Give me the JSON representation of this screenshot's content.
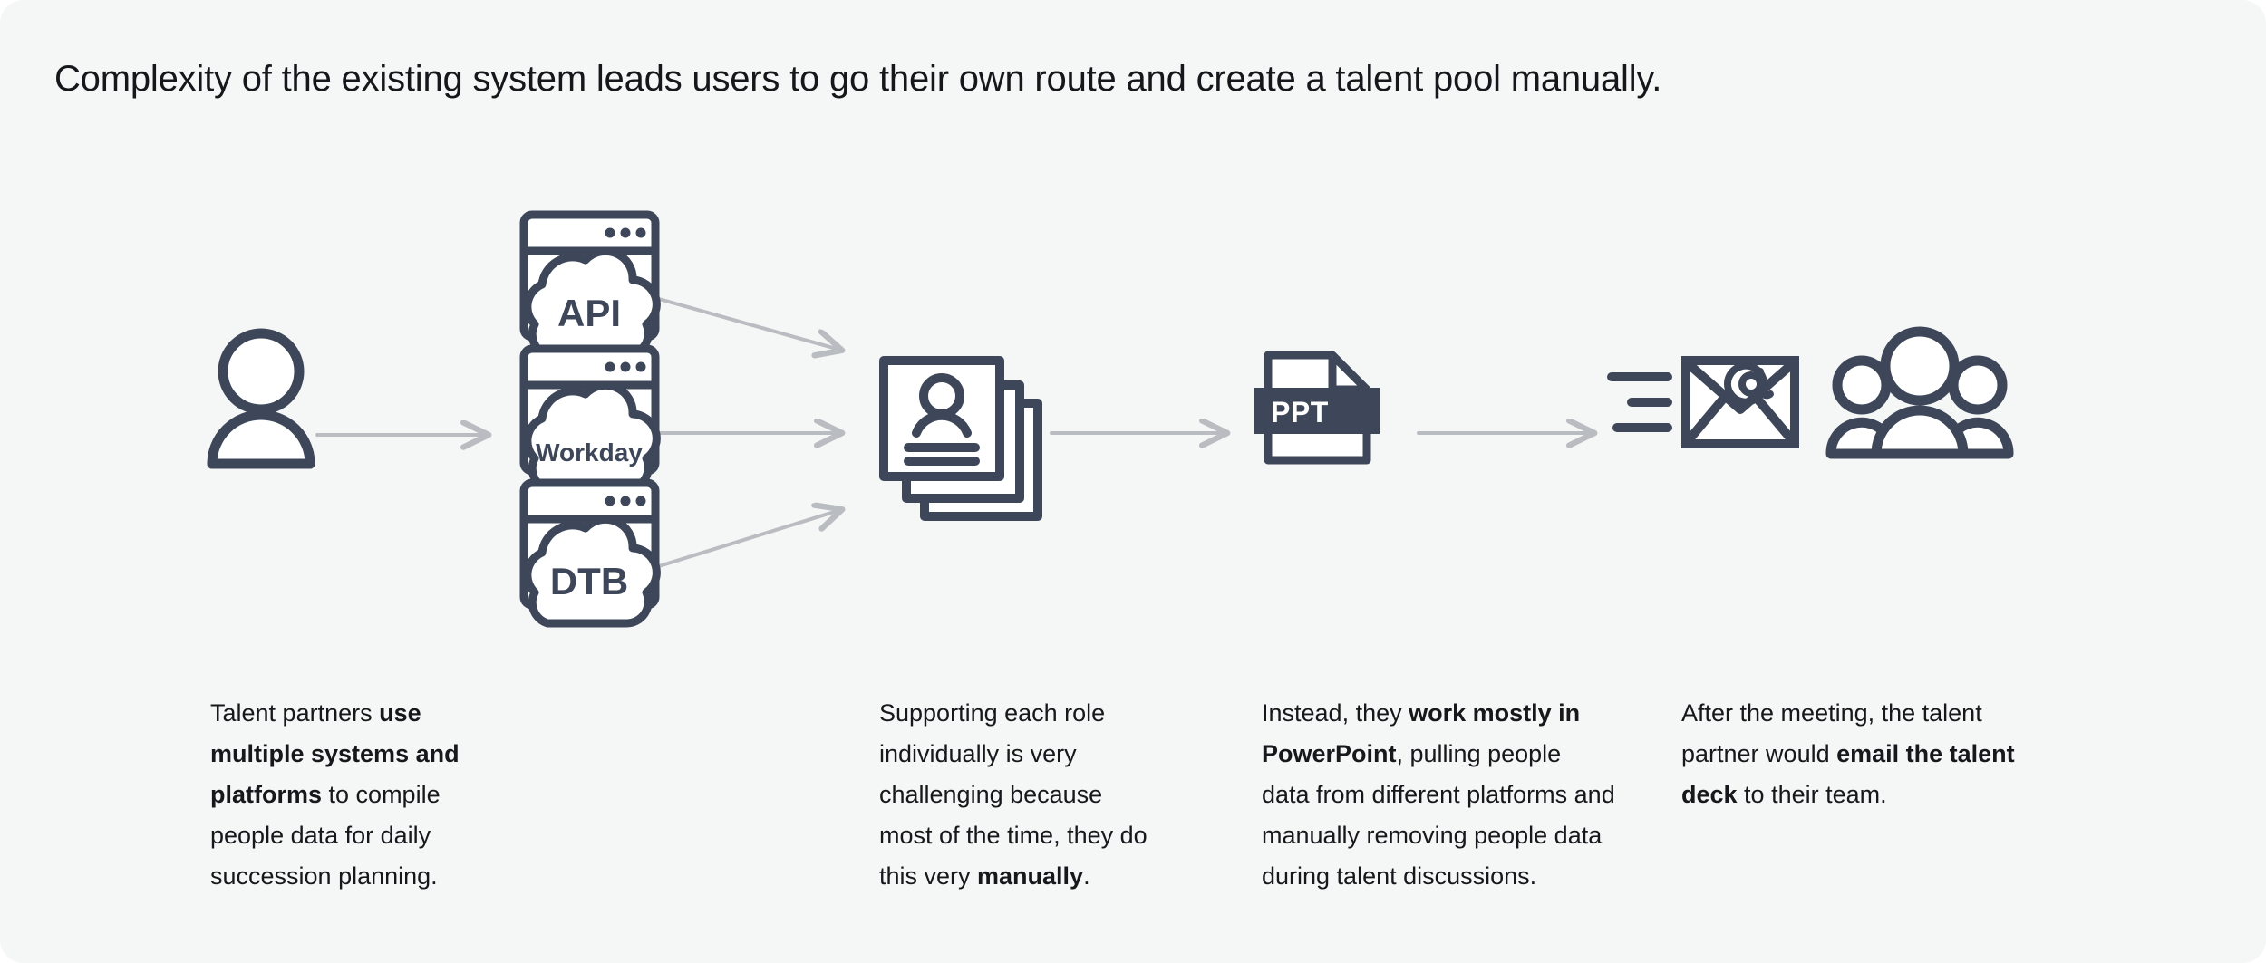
{
  "page": {
    "background_color": "#f5f6f6",
    "ink_color": "#3e4759",
    "arrow_color": "#b9bdc1",
    "text_color": "#16181b"
  },
  "header": {
    "title": "Complexity of the existing system leads users to go their own route and create a talent pool manually."
  },
  "flow": {
    "nodes": [
      {
        "id": "user",
        "icon_name": "single-person-icon",
        "label": ""
      },
      {
        "id": "api",
        "icon_name": "browser-cloud-icon",
        "label": "API"
      },
      {
        "id": "workday",
        "icon_name": "browser-cloud-icon",
        "label": "Workday"
      },
      {
        "id": "dtb",
        "icon_name": "browser-cloud-icon",
        "label": "DTB"
      },
      {
        "id": "profiles",
        "icon_name": "profile-card-stack-icon",
        "label": ""
      },
      {
        "id": "ppt",
        "icon_name": "ppt-file-icon",
        "label": "PPT"
      },
      {
        "id": "email",
        "icon_name": "email-envelope-icon",
        "label": ""
      },
      {
        "id": "team",
        "icon_name": "people-group-icon",
        "label": ""
      }
    ],
    "arrows": [
      {
        "from": "user",
        "to": "workday",
        "direction": "right"
      },
      {
        "from": "api",
        "to": "profiles",
        "direction": "down-right"
      },
      {
        "from": "workday",
        "to": "profiles",
        "direction": "right"
      },
      {
        "from": "dtb",
        "to": "profiles",
        "direction": "up-right"
      },
      {
        "from": "profiles",
        "to": "ppt",
        "direction": "right"
      },
      {
        "from": "ppt",
        "to": "email",
        "direction": "right"
      }
    ]
  },
  "captions": [
    {
      "id": "caption-talent-partners",
      "runs": [
        {
          "text": "Talent partners ",
          "bold": false
        },
        {
          "text": "use multiple systems and platforms",
          "bold": true
        },
        {
          "text": " to compile people data for daily succession planning.",
          "bold": false
        }
      ]
    },
    {
      "id": "caption-supporting-roles",
      "runs": [
        {
          "text": "Supporting each role individually is very challenging because most of the time, they do this very ",
          "bold": false
        },
        {
          "text": "manually",
          "bold": true
        },
        {
          "text": ".",
          "bold": false
        }
      ]
    },
    {
      "id": "caption-powerpoint",
      "runs": [
        {
          "text": "Instead, they ",
          "bold": false
        },
        {
          "text": "work mostly in PowerPoint",
          "bold": true
        },
        {
          "text": ", pulling people data from different platforms and manually removing people data during talent discussions.",
          "bold": false
        }
      ]
    },
    {
      "id": "caption-email-deck",
      "runs": [
        {
          "text": "After the meeting, the talent partner would ",
          "bold": false
        },
        {
          "text": "email the talent deck",
          "bold": true
        },
        {
          "text": " to their team.",
          "bold": false
        }
      ]
    }
  ]
}
